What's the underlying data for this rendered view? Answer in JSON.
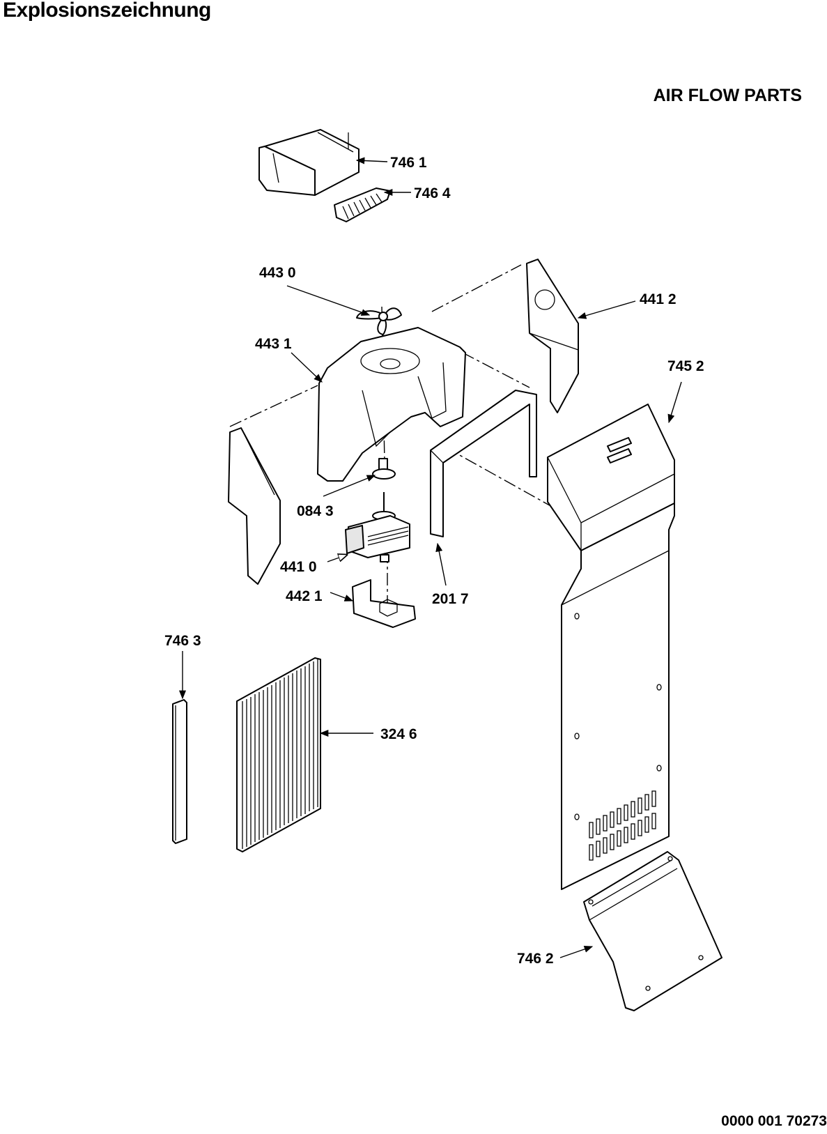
{
  "header": {
    "title": "Explosionszeichnung",
    "section": "AIR FLOW PARTS"
  },
  "footer": {
    "document_number": "0000 001 70273"
  },
  "parts": [
    {
      "id": "746-1",
      "label": "746 1"
    },
    {
      "id": "746-4",
      "label": "746 4"
    },
    {
      "id": "443-0",
      "label": "443 0"
    },
    {
      "id": "441-2",
      "label": "441 2"
    },
    {
      "id": "443-1",
      "label": "443 1"
    },
    {
      "id": "745-2",
      "label": "745 2"
    },
    {
      "id": "084-3",
      "label": "084 3"
    },
    {
      "id": "441-0",
      "label": "441 0"
    },
    {
      "id": "442-1",
      "label": "442 1"
    },
    {
      "id": "201-7",
      "label": "201 7"
    },
    {
      "id": "746-3",
      "label": "746 3"
    },
    {
      "id": "324-6",
      "label": "324 6"
    },
    {
      "id": "746-2",
      "label": "746 2"
    }
  ]
}
